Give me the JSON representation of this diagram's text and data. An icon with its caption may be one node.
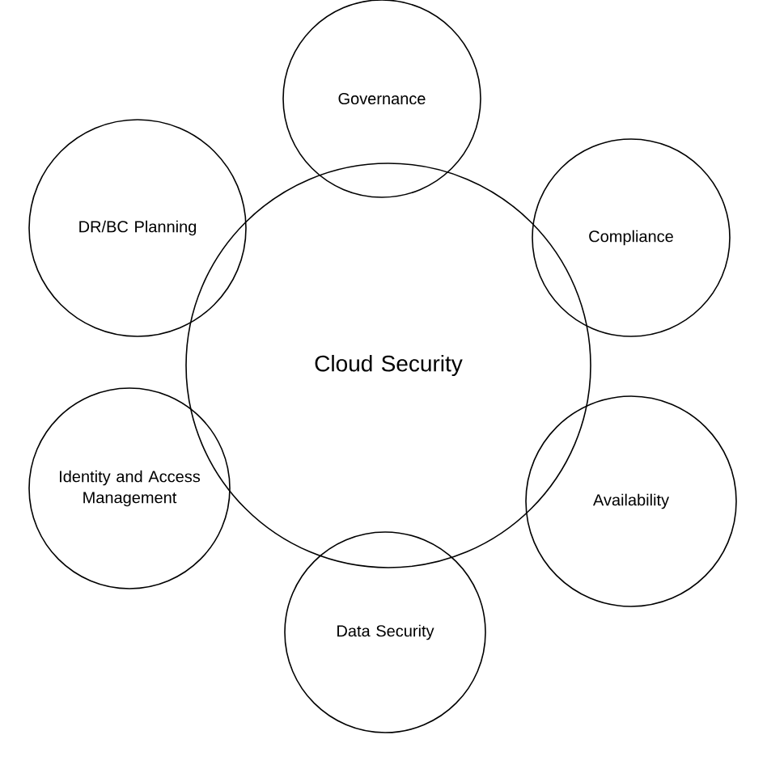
{
  "diagram": {
    "nodes": [
      {
        "text": [
          "Governance"
        ]
      },
      {
        "text": [
          "DR/BC Planning"
        ]
      },
      {
        "text": [
          "Compliance"
        ]
      },
      {
        "text": [
          "Cloud Security"
        ]
      },
      {
        "text": [
          "Identity and Access Management"
        ]
      },
      {
        "text": [
          "Availability"
        ]
      },
      {
        "text": [
          "Data Security"
        ]
      }
    ]
  }
}
